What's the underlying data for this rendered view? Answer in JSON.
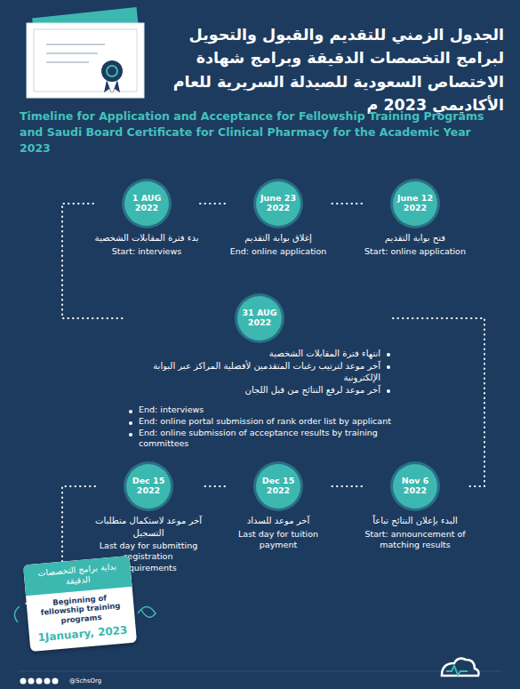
{
  "diagram": {
    "title": "الجدول الزمني للتقديم والقبول والتحويل لبرامج التخصصات الدقيقة وبرامج شهادة الاختصاص السعودية للصيدلة السريرية للعام الأكاديمي 2023 م",
    "nodes": [
      {
        "text": [
          "June 12 2022",
          "فتح بوابة التقديم",
          "Start: online application"
        ]
      },
      {
        "text": [
          "June 23 2022",
          "إغلاق بوابة التقديم",
          "End: online application"
        ]
      },
      {
        "text": [
          "1 AUG 2022",
          "بدء فترة المقابلات الشخصية",
          "Start: interviews"
        ]
      },
      {
        "text": [
          "31 AUG 2022",
          "انتهاء فترة المقابلات الشخصية",
          "آخر موعد لترتيب رغبات المتقدمين لأفضلية المراكز عبر البوابة الإلكترونية",
          "آخر موعد لرفع النتائج من قبل اللجان",
          "End: interviews",
          "End: online portal submission of rank order list by applicant",
          "End: online submission of acceptance results by training committees"
        ]
      },
      {
        "text": [
          "Nov 6 2022",
          "البدء بإعلان النتائج تباعاً",
          "Start: announcement of matching results"
        ]
      },
      {
        "text": [
          "Dec 15 2022",
          "آخر موعد للسداد",
          "Last day for tuition payment"
        ]
      },
      {
        "text": [
          "Dec 15 2022",
          "آخر موعد لاستكمال متطلبات التسجيل",
          "Last day for submitting registration requirements"
        ]
      },
      {
        "text": [
          "بداية برامج التخصصات الدقيقة",
          "Beginning of fellowship training programs",
          "1January, 2023"
        ]
      }
    ],
    "edges": [
      {
        "from": 0,
        "to": 1,
        "arrow": "none"
      },
      {
        "from": 1,
        "to": 2,
        "arrow": "none"
      },
      {
        "from": 2,
        "to": 3,
        "arrow": "none"
      },
      {
        "from": 3,
        "to": 4,
        "arrow": "none"
      },
      {
        "from": 4,
        "to": 5,
        "arrow": "none"
      },
      {
        "from": 5,
        "to": 6,
        "arrow": "none"
      },
      {
        "from": 6,
        "to": 7,
        "arrow": "none"
      }
    ],
    "labels": [
      "Timeline for Application and Acceptance for Fellowship Training Programs and Saudi Board Certificate for Clinical Pharmacy for the Academic Year 2023",
      "@SchsOrg"
    ]
  }
}
